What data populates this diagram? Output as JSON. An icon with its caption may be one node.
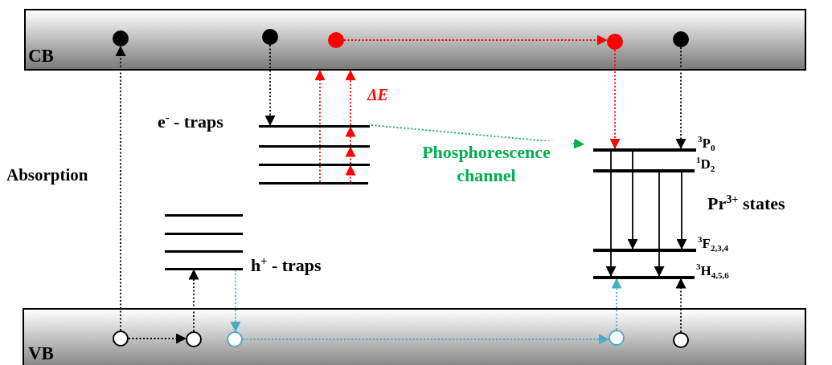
{
  "diagram": {
    "nodes": [
      {
        "text": [
          "CB"
        ]
      },
      {
        "text": [],
        "shape": "circle",
        "in": 0
      },
      {
        "text": [],
        "shape": "circle",
        "in": 0
      },
      {
        "text": [],
        "shape": "circle",
        "in": 0
      },
      {
        "text": [],
        "shape": "circle",
        "in": 0
      },
      {
        "text": [],
        "shape": "circle",
        "in": 0
      },
      {
        "text": [
          "VB"
        ]
      },
      {
        "text": [],
        "shape": "circle",
        "in": 6
      },
      {
        "text": [],
        "shape": "circle",
        "in": 6
      },
      {
        "text": [],
        "shape": "circle",
        "in": 6
      },
      {
        "text": [],
        "shape": "circle",
        "in": 6
      },
      {
        "text": [],
        "shape": "circle",
        "in": 6
      },
      {
        "text": [],
        "shape": "bar"
      },
      {
        "text": [],
        "shape": "bar"
      },
      {
        "text": [],
        "shape": "bar"
      },
      {
        "text": [],
        "shape": "bar"
      },
      {
        "text": [],
        "shape": "bar"
      },
      {
        "text": [],
        "shape": "bar"
      },
      {
        "text": [],
        "shape": "bar"
      },
      {
        "text": [],
        "shape": "bar"
      },
      {
        "text": [],
        "shape": "bar",
        "beside": [
          "$^{3}$P$_{0}$"
        ]
      },
      {
        "text": [],
        "shape": "bar",
        "beside": [
          "$^{1}$D$_{2}$"
        ]
      },
      {
        "text": [],
        "shape": "bar",
        "beside": [
          "$^{3}$F$_{2,3,4}$"
        ]
      },
      {
        "text": [],
        "shape": "bar",
        "beside": [
          "$^{3}$H$_{4,5,6}$"
        ]
      }
    ],
    "edges": [
      {
        "from": 7,
        "to": 1,
        "arrow": "to",
        "style": "dashed"
      },
      {
        "from": 2,
        "to": 12,
        "arrow": "to",
        "style": "dashed"
      },
      {
        "from": 15,
        "to": 0,
        "arrow": "to",
        "style": "dashed",
        "color": "#ff0000"
      },
      {
        "from": 15,
        "to": 14,
        "arrow": "to",
        "style": "dashed",
        "color": "#ff0000"
      },
      {
        "from": 14,
        "to": 13,
        "arrow": "to",
        "style": "dashed",
        "color": "#ff0000"
      },
      {
        "from": 13,
        "to": 12,
        "arrow": "to",
        "style": "dashed",
        "color": "#ff0000"
      },
      {
        "from": 12,
        "to": 0,
        "arrow": "to",
        "style": "dashed",
        "color": "#ff0000"
      },
      {
        "from": 3,
        "to": 4,
        "arrow": "to",
        "style": "dashed",
        "color": "#ff0000"
      },
      {
        "from": 4,
        "to": 20,
        "arrow": "to",
        "style": "dashed",
        "color": "#ff0000"
      },
      {
        "from": 5,
        "to": 20,
        "arrow": "to",
        "style": "dashed"
      },
      {
        "from": 12,
        "to": 20,
        "arrow": "to",
        "style": "dashed",
        "color": "#00b050",
        "label": "Phosphorescence channel"
      },
      {
        "from": 20,
        "to": 23,
        "arrow": "to"
      },
      {
        "from": 20,
        "to": 22,
        "arrow": "to"
      },
      {
        "from": 21,
        "to": 23,
        "arrow": "to"
      },
      {
        "from": 21,
        "to": 22,
        "arrow": "to"
      },
      {
        "from": 7,
        "to": 8,
        "arrow": "to",
        "style": "dashed"
      },
      {
        "from": 8,
        "to": 19,
        "arrow": "to",
        "style": "dashed"
      },
      {
        "from": 19,
        "to": 9,
        "arrow": "to",
        "style": "dashed",
        "color": "#4bacc6"
      },
      {
        "from": 9,
        "to": 10,
        "arrow": "to",
        "style": "dashed",
        "color": "#4bacc6"
      },
      {
        "from": 10,
        "to": 23,
        "arrow": "to",
        "style": "dashed",
        "color": "#4bacc6"
      },
      {
        "from": 11,
        "to": 23,
        "arrow": "to",
        "style": "dashed"
      }
    ],
    "labels": [
      "ΔE",
      "e$^{-}$  - traps",
      "Absorption",
      "Pr$^{3+}$ states",
      "h$^{+}$  - traps"
    ]
  }
}
